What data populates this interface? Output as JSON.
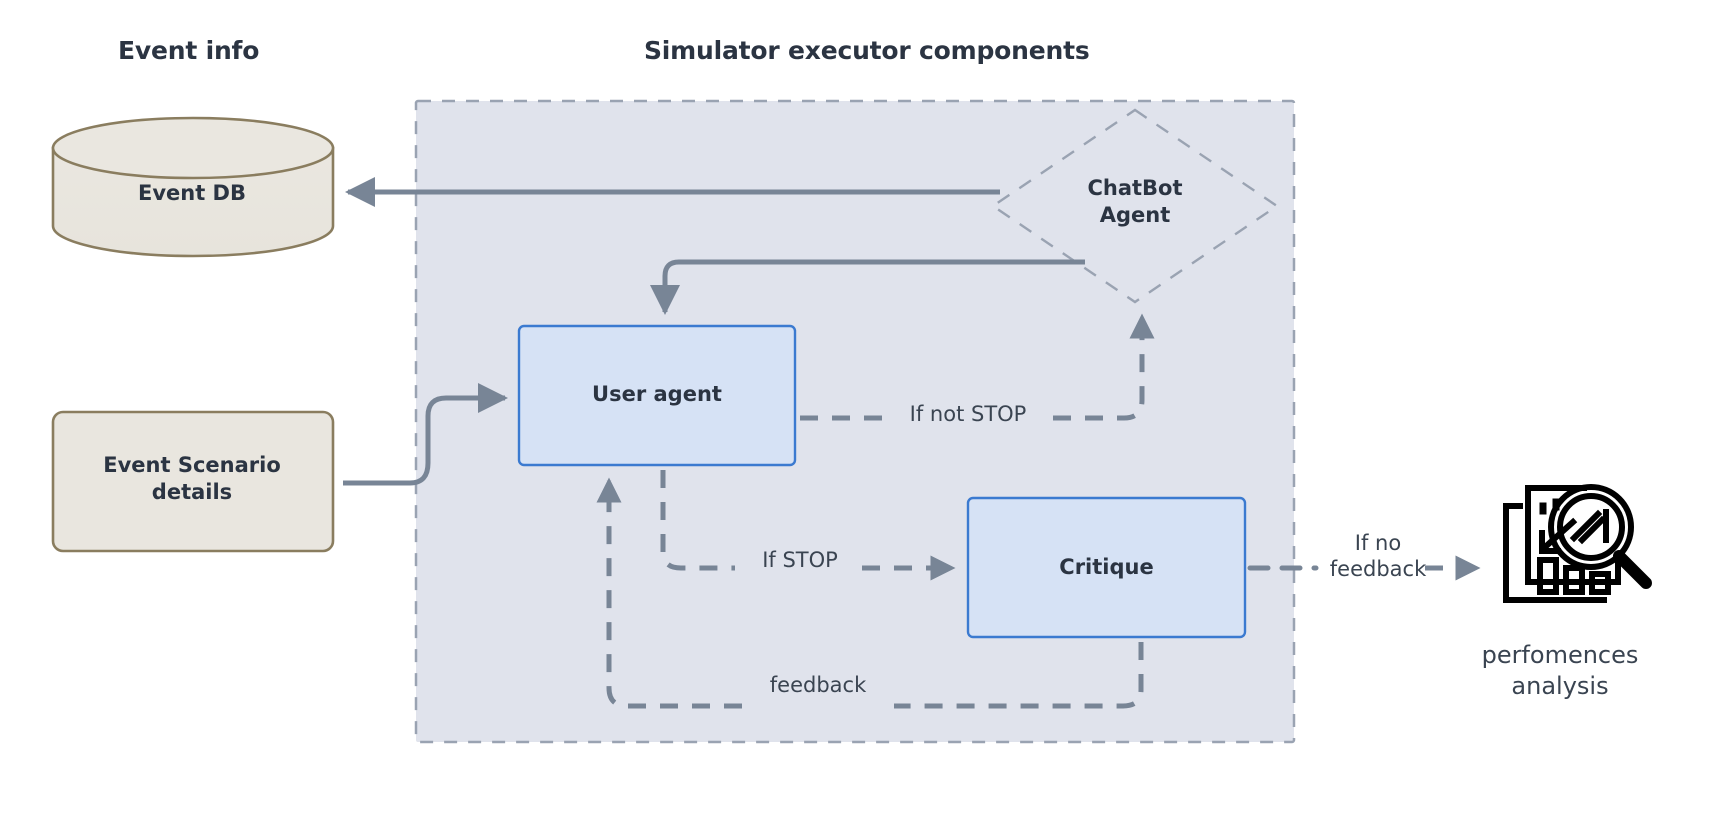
{
  "diagram": {
    "title_left": "Event info",
    "title_center": "Simulator executor components",
    "background": "#ffffff",
    "container_fill": "#e0e3ec",
    "container_stroke": "#8d96a8",
    "box_fill": "#d6e2f5",
    "box_stroke": "#3b7ad0",
    "store_fill": "#e9e6df",
    "store_stroke": "#8a7d5f",
    "arrow_color": "#788596",
    "text_color": "#2b3442"
  },
  "nodes": {
    "event_db": {
      "label": "Event  DB",
      "shape": "cylinder"
    },
    "event_scenario": {
      "label": "Event Scenario\ndetails",
      "shape": "rounded-rect"
    },
    "user_agent": {
      "label": "User agent",
      "shape": "rect"
    },
    "critique": {
      "label": "Critique",
      "shape": "rect"
    },
    "chatbot_agent": {
      "label": "ChatBot\nAgent",
      "shape": "diamond"
    },
    "performance_analysis": {
      "label": "perfomences\nanalysis",
      "icon": "report-magnifier-icon"
    }
  },
  "edges": [
    {
      "id": "chatbot-to-eventdb",
      "label": "",
      "style": "solid",
      "from": "chatbot_agent",
      "to": "event_db"
    },
    {
      "id": "chatbot-to-useragent",
      "label": "",
      "style": "solid",
      "from": "chatbot_agent",
      "to": "user_agent"
    },
    {
      "id": "scenario-to-useragent",
      "label": "",
      "style": "solid",
      "from": "event_scenario",
      "to": "user_agent"
    },
    {
      "id": "useragent-to-chatbot",
      "label": "If not STOP",
      "style": "dashed",
      "from": "user_agent",
      "to": "chatbot_agent"
    },
    {
      "id": "useragent-to-critique",
      "label": "If STOP",
      "style": "dashed",
      "from": "user_agent",
      "to": "critique"
    },
    {
      "id": "critique-to-useragent",
      "label": "feedback",
      "style": "dashed",
      "from": "critique",
      "to": "user_agent"
    },
    {
      "id": "critique-to-perf",
      "label": "If no\nfeedback",
      "style": "dashed",
      "from": "critique",
      "to": "performance_analysis"
    }
  ]
}
